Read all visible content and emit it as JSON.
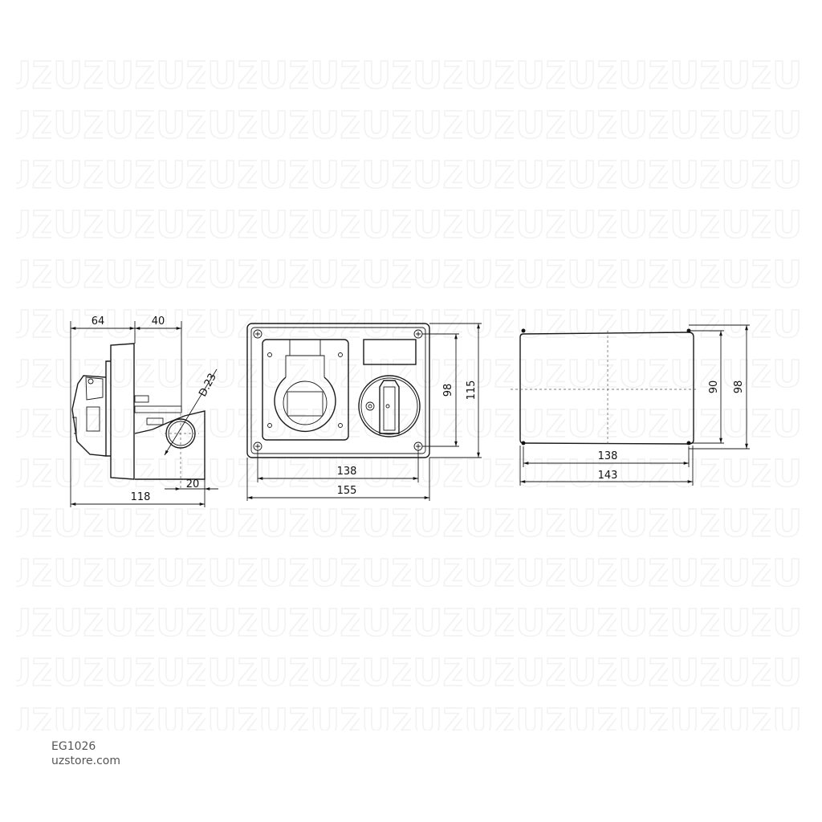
{
  "watermark": "UZ",
  "product_code": "EG1026",
  "website": "uzstore.com",
  "side_view": {
    "depth_front": "64",
    "depth_back": "40",
    "conduit_diameter": "D.23",
    "offset": "20",
    "total_depth": "118"
  },
  "front_view": {
    "hole_spacing_width": "138",
    "width": "155",
    "hole_spacing_height": "98",
    "height": "115"
  },
  "mounting_view": {
    "hole_spacing_width": "138",
    "width": "143",
    "hole_spacing_height": "90",
    "height": "98"
  }
}
